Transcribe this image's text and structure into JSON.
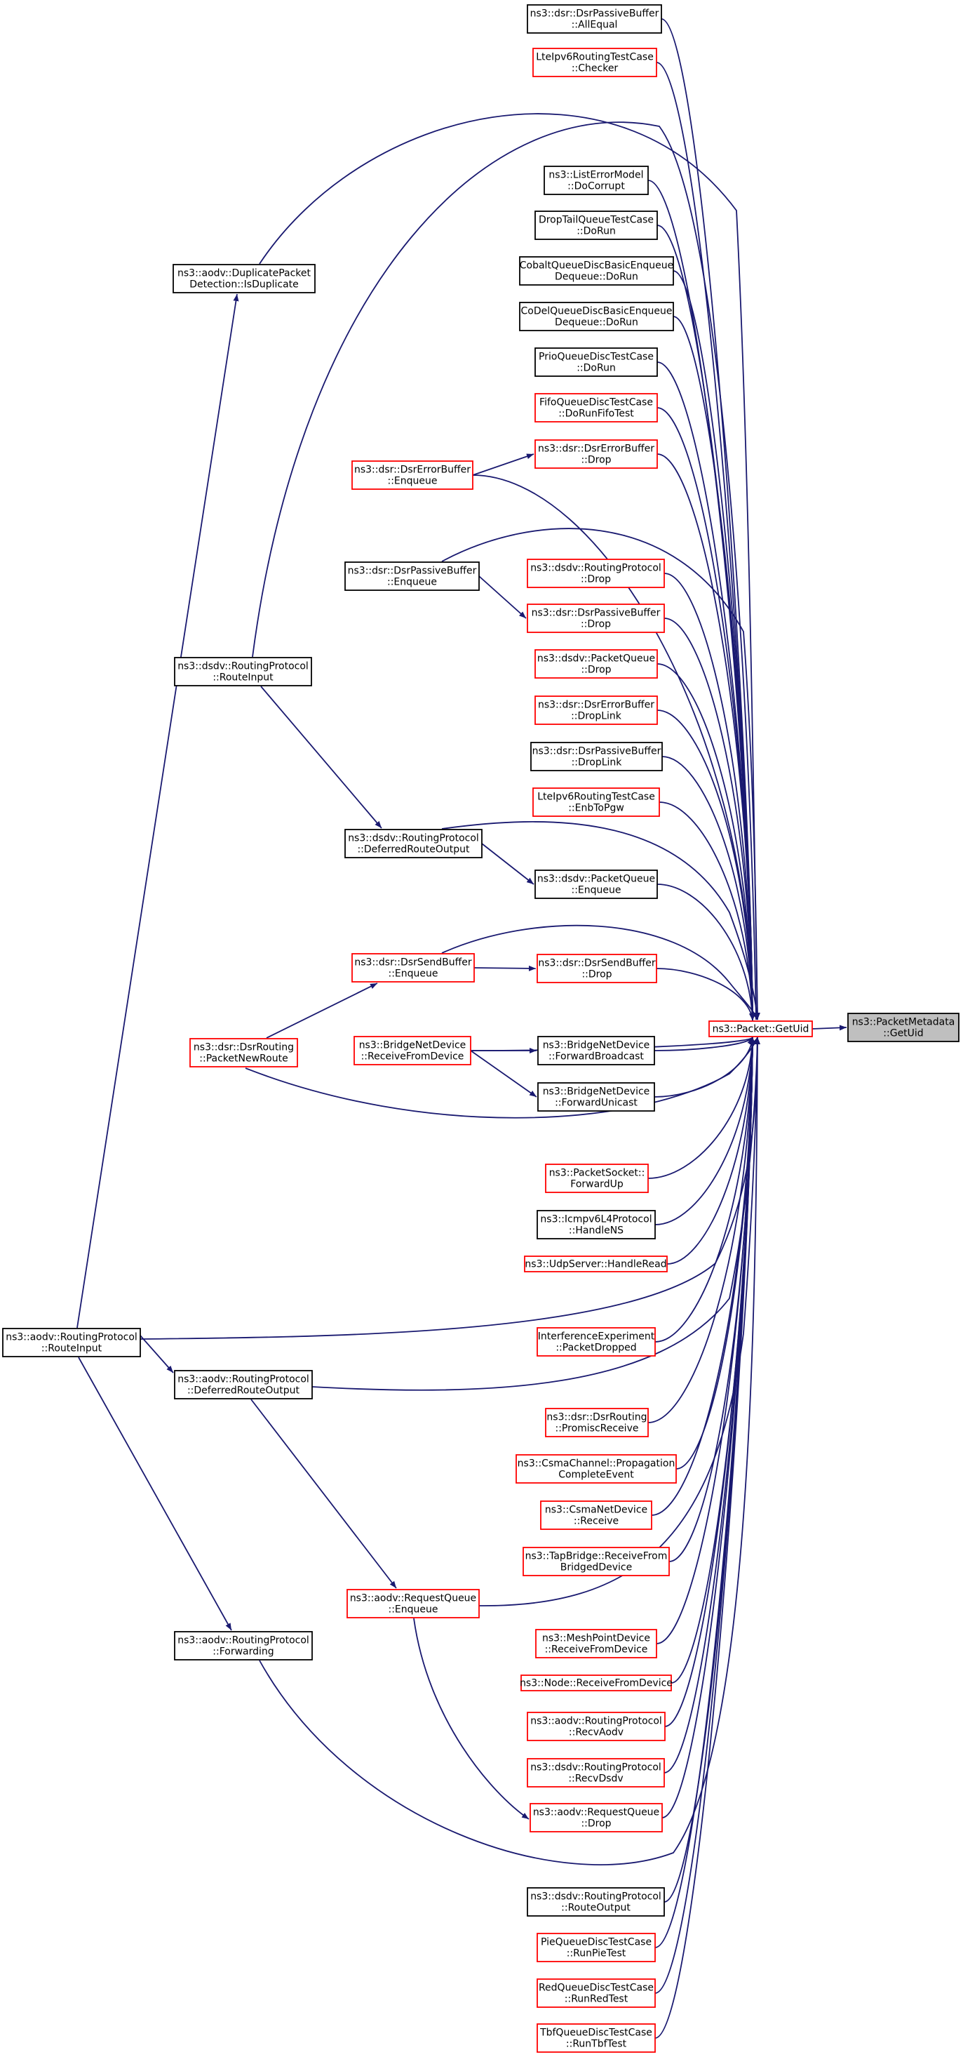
{
  "diagram": {
    "type": "doxygen-caller-graph",
    "colors": {
      "edge": "#191970",
      "border_documented": "#000000",
      "border_truncated": "#ff0000",
      "focus_fill": "#bfbfbf",
      "node_fill": "#ffffff"
    },
    "nodes": [
      {
        "id": "metadata_getuid",
        "lines": [
          "ns3::PacketMetadata",
          "::GetUid"
        ],
        "style": "focus"
      },
      {
        "id": "packet_getuid",
        "lines": [
          "ns3::Packet::GetUid"
        ],
        "style": "red"
      },
      {
        "id": "dsr_passive_allequal",
        "lines": [
          "ns3::dsr::DsrPassiveBuffer",
          "::AllEqual"
        ],
        "style": "black"
      },
      {
        "id": "lte_checker",
        "lines": [
          "LteIpv6RoutingTestCase",
          "::Checker"
        ],
        "style": "red"
      },
      {
        "id": "listerror_docorrupt",
        "lines": [
          "ns3::ListErrorModel",
          "::DoCorrupt"
        ],
        "style": "black"
      },
      {
        "id": "droptail_dorun",
        "lines": [
          "DropTailQueueTestCase",
          "::DoRun"
        ],
        "style": "black"
      },
      {
        "id": "cobalt_dorun",
        "lines": [
          "CobaltQueueDiscBasicEnqueue",
          "Dequeue::DoRun"
        ],
        "style": "black"
      },
      {
        "id": "codel_dorun",
        "lines": [
          "CoDelQueueDiscBasicEnqueue",
          "Dequeue::DoRun"
        ],
        "style": "black"
      },
      {
        "id": "prio_dorun",
        "lines": [
          "PrioQueueDiscTestCase",
          "::DoRun"
        ],
        "style": "black"
      },
      {
        "id": "fifo_dorunfifo",
        "lines": [
          "FifoQueueDiscTestCase",
          "::DoRunFifoTest"
        ],
        "style": "red"
      },
      {
        "id": "dsr_errorbuffer_drop",
        "lines": [
          "ns3::dsr::DsrErrorBuffer",
          "::Drop"
        ],
        "style": "red"
      },
      {
        "id": "dsdv_rp_drop",
        "lines": [
          "ns3::dsdv::RoutingProtocol",
          "::Drop"
        ],
        "style": "red"
      },
      {
        "id": "dsr_passive_drop",
        "lines": [
          "ns3::dsr::DsrPassiveBuffer",
          "::Drop"
        ],
        "style": "red"
      },
      {
        "id": "dsdv_pq_drop",
        "lines": [
          "ns3::dsdv::PacketQueue",
          "::Drop"
        ],
        "style": "red"
      },
      {
        "id": "dsr_errorbuffer_droplink",
        "lines": [
          "ns3::dsr::DsrErrorBuffer",
          "::DropLink"
        ],
        "style": "red"
      },
      {
        "id": "dsr_passive_droplink",
        "lines": [
          "ns3::dsr::DsrPassiveBuffer",
          "::DropLink"
        ],
        "style": "black"
      },
      {
        "id": "lte_enbtopgw",
        "lines": [
          "LteIpv6RoutingTestCase",
          "::EnbToPgw"
        ],
        "style": "red"
      },
      {
        "id": "dsdv_pq_enqueue",
        "lines": [
          "ns3::dsdv::PacketQueue",
          "::Enqueue"
        ],
        "style": "black"
      },
      {
        "id": "dsr_sendbuffer_drop",
        "lines": [
          "ns3::dsr::DsrSendBuffer",
          "::Drop"
        ],
        "style": "red"
      },
      {
        "id": "bridge_forwardbroadcast",
        "lines": [
          "ns3::BridgeNetDevice",
          "::ForwardBroadcast"
        ],
        "style": "black"
      },
      {
        "id": "bridge_forwardunicast",
        "lines": [
          "ns3::BridgeNetDevice",
          "::ForwardUnicast"
        ],
        "style": "black"
      },
      {
        "id": "packetsocket_forwardup",
        "lines": [
          "ns3::PacketSocket::",
          "ForwardUp"
        ],
        "style": "red"
      },
      {
        "id": "icmpv6_handlens",
        "lines": [
          "ns3::Icmpv6L4Protocol",
          "::HandleNS"
        ],
        "style": "black"
      },
      {
        "id": "udpserver_handleread",
        "lines": [
          "ns3::UdpServer::HandleRead"
        ],
        "style": "red"
      },
      {
        "id": "interference_packetdropped",
        "lines": [
          "InterferenceExperiment",
          "::PacketDropped"
        ],
        "style": "red"
      },
      {
        "id": "dsr_promiscreceive",
        "lines": [
          "ns3::dsr::DsrRouting",
          "::PromiscReceive"
        ],
        "style": "red"
      },
      {
        "id": "csmachannel_propagation",
        "lines": [
          "ns3::CsmaChannel::Propagation",
          "CompleteEvent"
        ],
        "style": "red"
      },
      {
        "id": "csmanetdevice_receive",
        "lines": [
          "ns3::CsmaNetDevice",
          "::Receive"
        ],
        "style": "red"
      },
      {
        "id": "tapbridge_receivefrom",
        "lines": [
          "ns3::TapBridge::ReceiveFrom",
          "BridgedDevice"
        ],
        "style": "red"
      },
      {
        "id": "meshpoint_receivefrom",
        "lines": [
          "ns3::MeshPointDevice",
          "::ReceiveFromDevice"
        ],
        "style": "red"
      },
      {
        "id": "node_receivefromdevice",
        "lines": [
          "ns3::Node::ReceiveFromDevice"
        ],
        "style": "red"
      },
      {
        "id": "aodv_recvaodv",
        "lines": [
          "ns3::aodv::RoutingProtocol",
          "::RecvAodv"
        ],
        "style": "red"
      },
      {
        "id": "dsdv_recvdsdv",
        "lines": [
          "ns3::dsdv::RoutingProtocol",
          "::RecvDsdv"
        ],
        "style": "red"
      },
      {
        "id": "aodv_requestqueue_drop",
        "lines": [
          "ns3::aodv::RequestQueue",
          "::Drop"
        ],
        "style": "red"
      },
      {
        "id": "dsdv_routeoutput",
        "lines": [
          "ns3::dsdv::RoutingProtocol",
          "::RouteOutput"
        ],
        "style": "black"
      },
      {
        "id": "pie_runpie",
        "lines": [
          "PieQueueDiscTestCase",
          "::RunPieTest"
        ],
        "style": "red"
      },
      {
        "id": "red_runred",
        "lines": [
          "RedQueueDiscTestCase",
          "::RunRedTest"
        ],
        "style": "red"
      },
      {
        "id": "tbf_runtbf",
        "lines": [
          "TbfQueueDiscTestCase",
          "::RunTbfTest"
        ],
        "style": "red"
      },
      {
        "id": "dsr_errorbuffer_enqueue",
        "lines": [
          "ns3::dsr::DsrErrorBuffer",
          "::Enqueue"
        ],
        "style": "red"
      },
      {
        "id": "dsr_passive_enqueue",
        "lines": [
          "ns3::dsr::DsrPassiveBuffer",
          "::Enqueue"
        ],
        "style": "black"
      },
      {
        "id": "dsdv_deferredrouteoutput",
        "lines": [
          "ns3::dsdv::RoutingProtocol",
          "::DeferredRouteOutput"
        ],
        "style": "black"
      },
      {
        "id": "dsr_sendbuffer_enqueue",
        "lines": [
          "ns3::dsr::DsrSendBuffer",
          "::Enqueue"
        ],
        "style": "red"
      },
      {
        "id": "bridge_receivefromdevice",
        "lines": [
          "ns3::BridgeNetDevice",
          "::ReceiveFromDevice"
        ],
        "style": "red"
      },
      {
        "id": "aodv_requestqueue_enqueue",
        "lines": [
          "ns3::aodv::RequestQueue",
          "::Enqueue"
        ],
        "style": "red"
      },
      {
        "id": "aodv_dup_isduplicate",
        "lines": [
          "ns3::aodv::DuplicatePacket",
          "Detection::IsDuplicate"
        ],
        "style": "black"
      },
      {
        "id": "dsdv_routeinput",
        "lines": [
          "ns3::dsdv::RoutingProtocol",
          "::RouteInput"
        ],
        "style": "black"
      },
      {
        "id": "dsr_packetnewroute",
        "lines": [
          "ns3::dsr::DsrRouting",
          "::PacketNewRoute"
        ],
        "style": "red"
      },
      {
        "id": "aodv_deferredrouteoutput",
        "lines": [
          "ns3::aodv::RoutingProtocol",
          "::DeferredRouteOutput"
        ],
        "style": "black"
      },
      {
        "id": "aodv_forwarding",
        "lines": [
          "ns3::aodv::RoutingProtocol",
          "::Forwarding"
        ],
        "style": "black"
      },
      {
        "id": "aodv_routeinput",
        "lines": [
          "ns3::aodv::RoutingProtocol",
          "::RouteInput"
        ],
        "style": "black"
      }
    ],
    "edges": [
      [
        "packet_getuid",
        "metadata_getuid"
      ],
      [
        "dsr_passive_allequal",
        "packet_getuid"
      ],
      [
        "lte_checker",
        "packet_getuid"
      ],
      [
        "aodv_dup_isduplicate",
        "packet_getuid"
      ],
      [
        "dsdv_routeinput",
        "packet_getuid"
      ],
      [
        "listerror_docorrupt",
        "packet_getuid"
      ],
      [
        "droptail_dorun",
        "packet_getuid"
      ],
      [
        "cobalt_dorun",
        "packet_getuid"
      ],
      [
        "codel_dorun",
        "packet_getuid"
      ],
      [
        "prio_dorun",
        "packet_getuid"
      ],
      [
        "fifo_dorunfifo",
        "packet_getuid"
      ],
      [
        "dsr_errorbuffer_drop",
        "packet_getuid"
      ],
      [
        "dsr_errorbuffer_enqueue",
        "packet_getuid"
      ],
      [
        "dsr_passive_enqueue",
        "packet_getuid"
      ],
      [
        "dsdv_rp_drop",
        "packet_getuid"
      ],
      [
        "dsr_passive_drop",
        "packet_getuid"
      ],
      [
        "dsdv_pq_drop",
        "packet_getuid"
      ],
      [
        "dsr_errorbuffer_droplink",
        "packet_getuid"
      ],
      [
        "dsr_passive_droplink",
        "packet_getuid"
      ],
      [
        "lte_enbtopgw",
        "packet_getuid"
      ],
      [
        "dsdv_deferredrouteoutput",
        "packet_getuid"
      ],
      [
        "dsdv_pq_enqueue",
        "packet_getuid"
      ],
      [
        "dsr_sendbuffer_enqueue",
        "packet_getuid"
      ],
      [
        "dsr_sendbuffer_drop",
        "packet_getuid"
      ],
      [
        "bridge_receivefromdevice",
        "packet_getuid"
      ],
      [
        "bridge_forwardbroadcast",
        "packet_getuid"
      ],
      [
        "bridge_forwardunicast",
        "packet_getuid"
      ],
      [
        "dsr_packetnewroute",
        "packet_getuid"
      ],
      [
        "packetsocket_forwardup",
        "packet_getuid"
      ],
      [
        "icmpv6_handlens",
        "packet_getuid"
      ],
      [
        "udpserver_handleread",
        "packet_getuid"
      ],
      [
        "aodv_routeinput",
        "packet_getuid"
      ],
      [
        "interference_packetdropped",
        "packet_getuid"
      ],
      [
        "aodv_deferredrouteoutput",
        "packet_getuid"
      ],
      [
        "dsr_promiscreceive",
        "packet_getuid"
      ],
      [
        "csmachannel_propagation",
        "packet_getuid"
      ],
      [
        "csmanetdevice_receive",
        "packet_getuid"
      ],
      [
        "tapbridge_receivefrom",
        "packet_getuid"
      ],
      [
        "aodv_requestqueue_enqueue",
        "packet_getuid"
      ],
      [
        "meshpoint_receivefrom",
        "packet_getuid"
      ],
      [
        "node_receivefromdevice",
        "packet_getuid"
      ],
      [
        "aodv_recvaodv",
        "packet_getuid"
      ],
      [
        "dsdv_recvdsdv",
        "packet_getuid"
      ],
      [
        "aodv_requestqueue_drop",
        "packet_getuid"
      ],
      [
        "aodv_forwarding",
        "packet_getuid"
      ],
      [
        "dsdv_routeoutput",
        "packet_getuid"
      ],
      [
        "pie_runpie",
        "packet_getuid"
      ],
      [
        "red_runred",
        "packet_getuid"
      ],
      [
        "tbf_runtbf",
        "packet_getuid"
      ],
      [
        "dsr_errorbuffer_enqueue",
        "dsr_errorbuffer_drop"
      ],
      [
        "dsr_passive_enqueue",
        "dsr_passive_drop"
      ],
      [
        "dsdv_deferredrouteoutput",
        "dsdv_pq_enqueue"
      ],
      [
        "dsr_sendbuffer_enqueue",
        "dsr_sendbuffer_drop"
      ],
      [
        "bridge_receivefromdevice",
        "bridge_forwardbroadcast"
      ],
      [
        "bridge_receivefromdevice",
        "bridge_forwardunicast"
      ],
      [
        "dsdv_routeinput",
        "dsdv_deferredrouteoutput"
      ],
      [
        "dsr_packetnewroute",
        "dsr_sendbuffer_enqueue"
      ],
      [
        "aodv_deferredrouteoutput",
        "aodv_requestqueue_enqueue"
      ],
      [
        "aodv_requestqueue_enqueue",
        "aodv_requestqueue_drop"
      ],
      [
        "aodv_routeinput",
        "aodv_dup_isduplicate"
      ],
      [
        "aodv_routeinput",
        "aodv_deferredrouteoutput"
      ],
      [
        "aodv_routeinput",
        "aodv_forwarding"
      ]
    ]
  }
}
